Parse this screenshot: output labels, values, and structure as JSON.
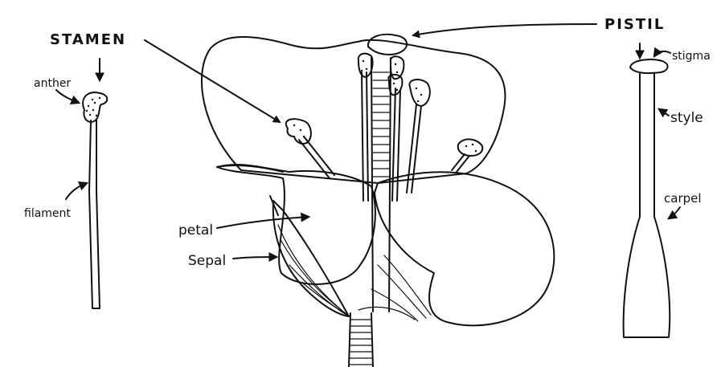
{
  "labels": {
    "stamen": "STAMEN",
    "pistil": "PISTIL",
    "anther": "anther",
    "filament": "filament",
    "petal": "petal",
    "sepal": "Sepal",
    "stigma": "stigma",
    "style": "style",
    "carpel": "carpel"
  }
}
